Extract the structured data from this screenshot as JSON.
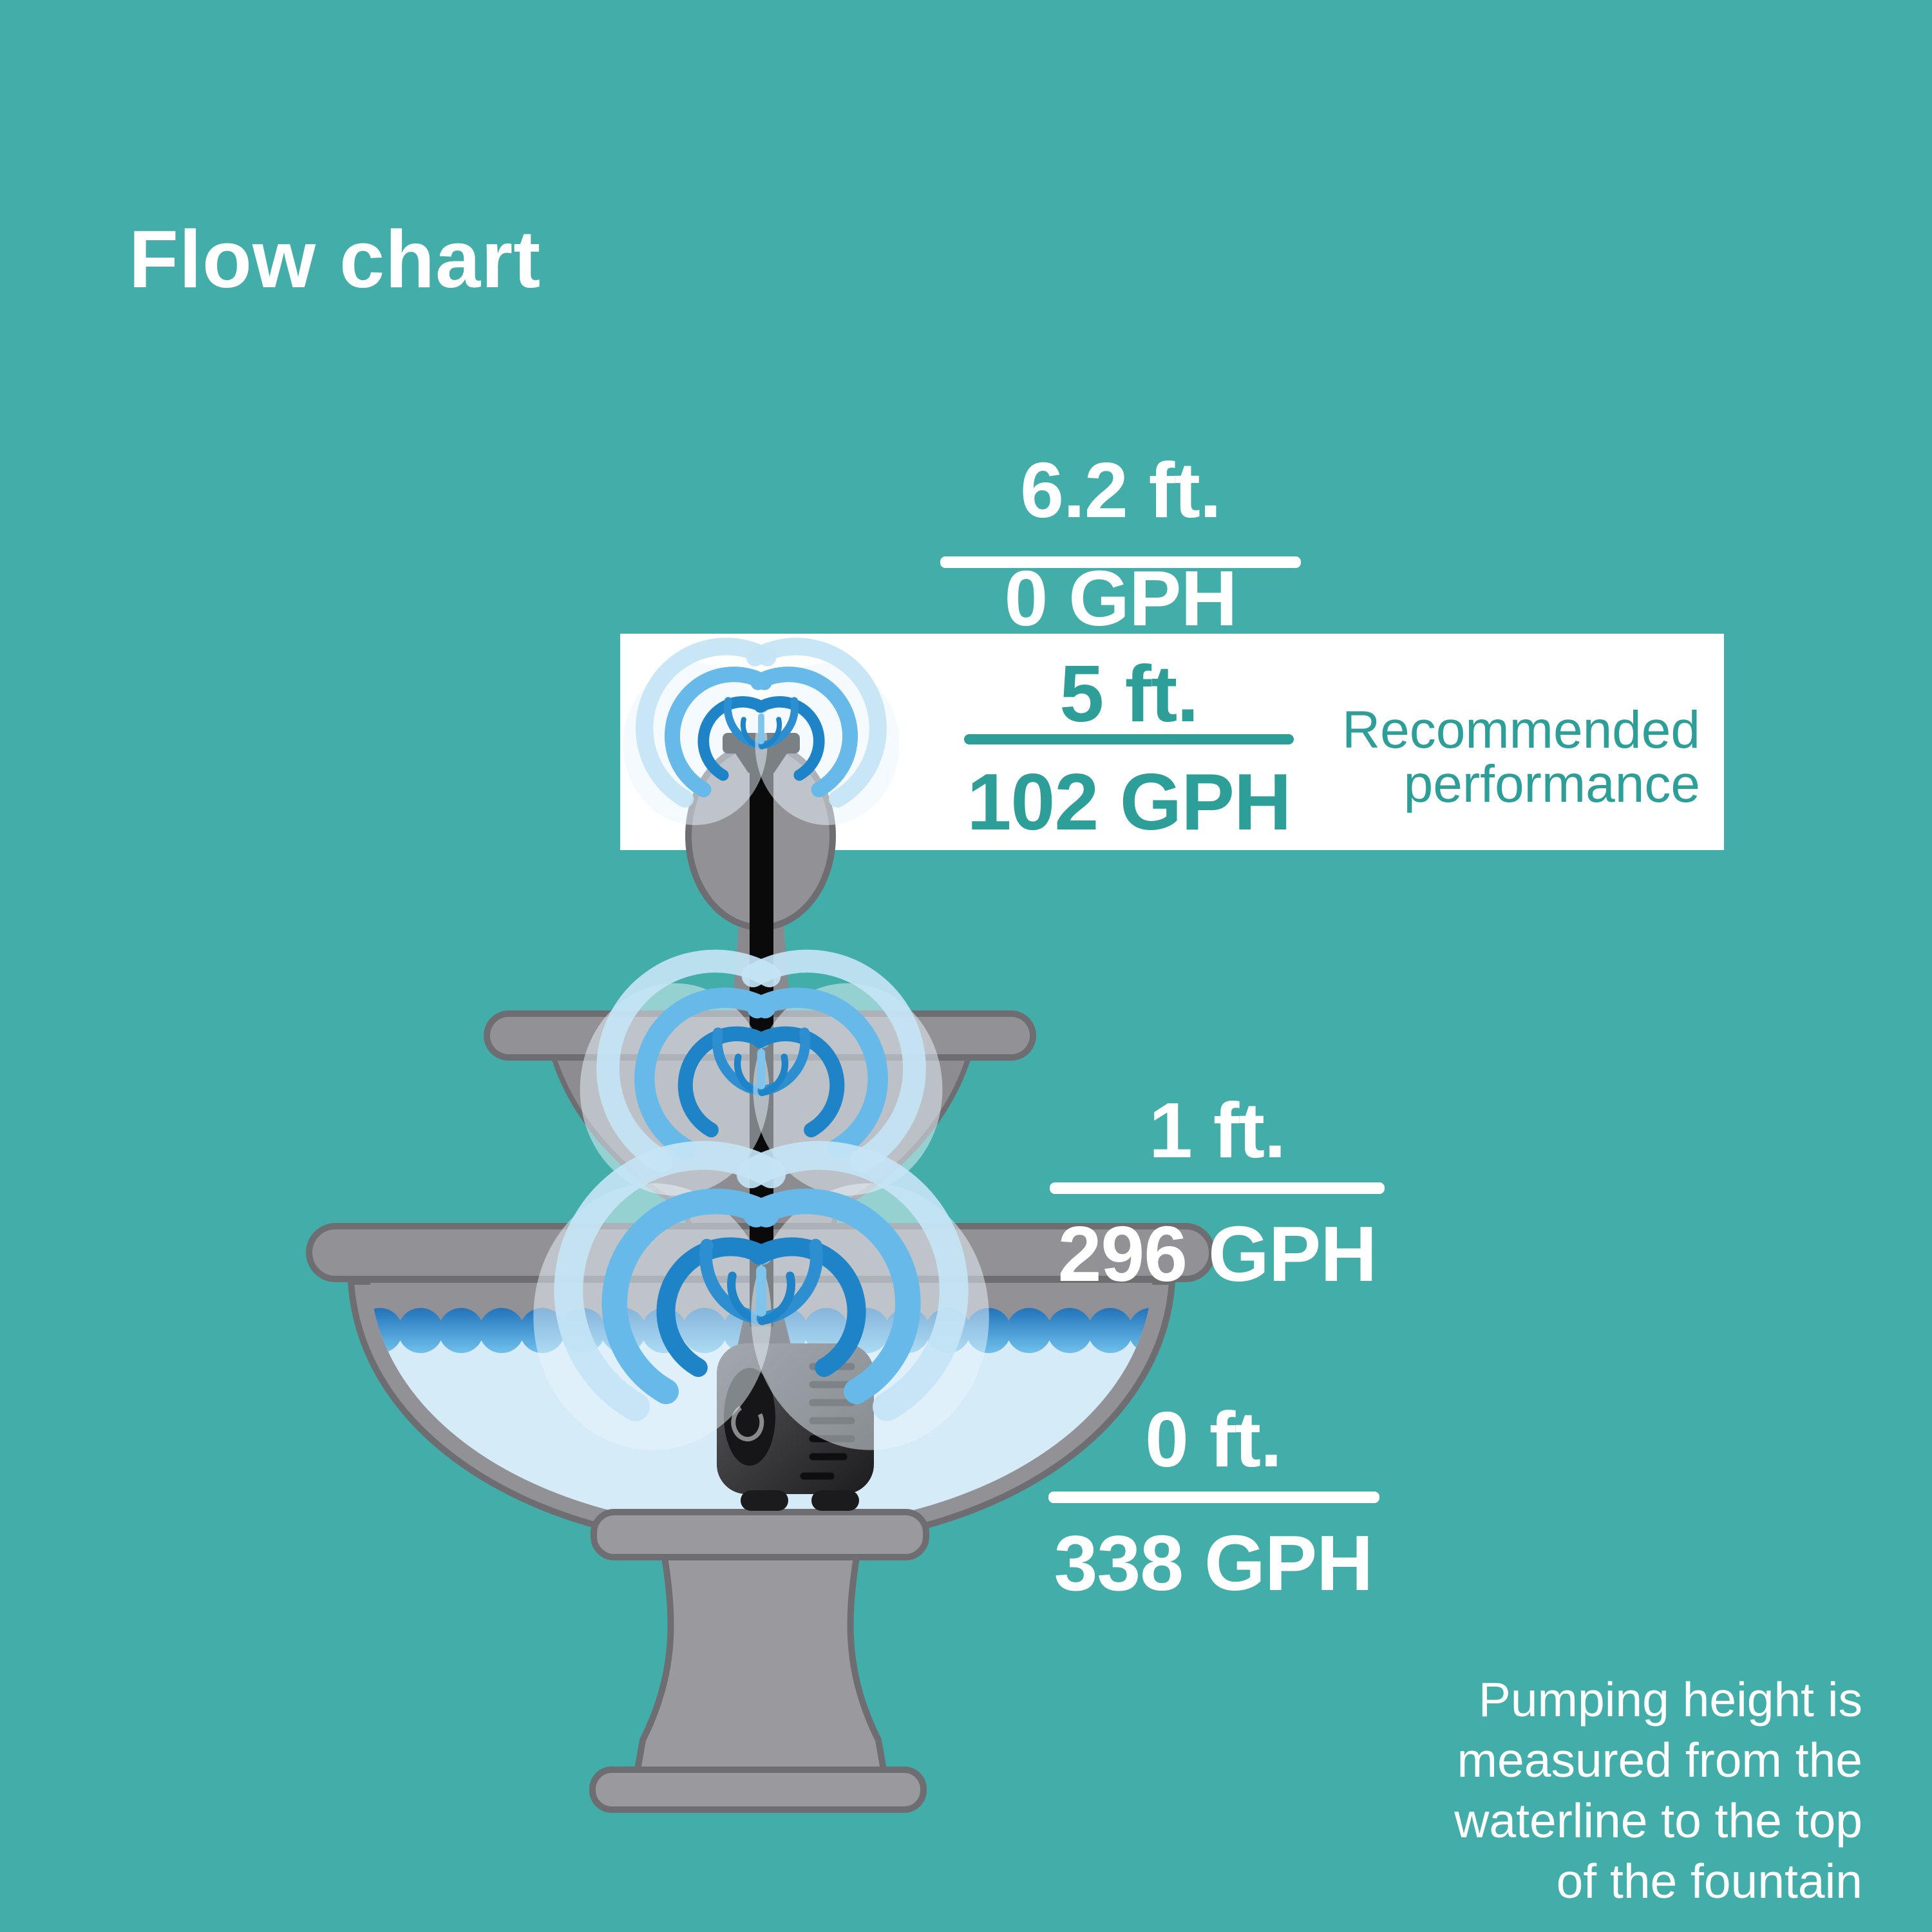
{
  "title": "Flow chart",
  "colors": {
    "background": "#43ADA9",
    "accent_teal": "#2D9E98",
    "text_white": "#FFFFFF",
    "fountain_gray": "#929296",
    "water_light": "#D6EBF8",
    "water_blue": "#2273BA"
  },
  "specs": [
    {
      "id": "max-height",
      "height": "6.2 ft.",
      "flow": "0 GPH"
    },
    {
      "id": "recommended",
      "height": "5 ft.",
      "flow": "102 GPH",
      "note_line1": "Recommended",
      "note_line2": "performance"
    },
    {
      "id": "one-foot",
      "height": "1 ft.",
      "flow": "296 GPH"
    },
    {
      "id": "zero-foot",
      "height": "0 ft.",
      "flow": "338 GPH"
    }
  ],
  "footnote_lines": [
    "Pumping height is",
    "measured from the",
    "waterline to the top",
    "of the fountain"
  ]
}
